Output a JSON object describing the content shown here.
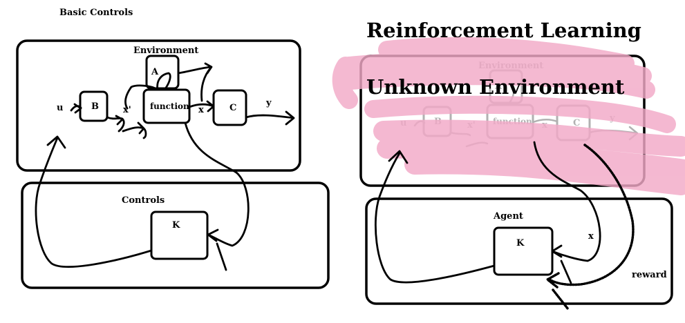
{
  "left": {
    "title": "Basic Controls",
    "environment_label": "Environment",
    "controls_label": "Controls",
    "blocks": {
      "A": "A",
      "B": "B",
      "C": "C",
      "function": "function",
      "K": "K"
    },
    "signals": {
      "u": "u",
      "x_prime": "x'",
      "x": "x",
      "y": "y"
    }
  },
  "right": {
    "title": "Reinforcement Learning",
    "overlay_label": "Unknown Environment",
    "environment_label": "Environment",
    "agent_label": "Agent",
    "blocks": {
      "A": "A",
      "B": "B",
      "C": "C",
      "function": "function",
      "K": "K"
    },
    "signals": {
      "u": "u",
      "x_prime": "x'",
      "x_faded": "x",
      "y": "y",
      "x": "x",
      "reward": "reward"
    }
  },
  "colors": {
    "ink": "#000000",
    "highlight": "#f2a9c7"
  }
}
